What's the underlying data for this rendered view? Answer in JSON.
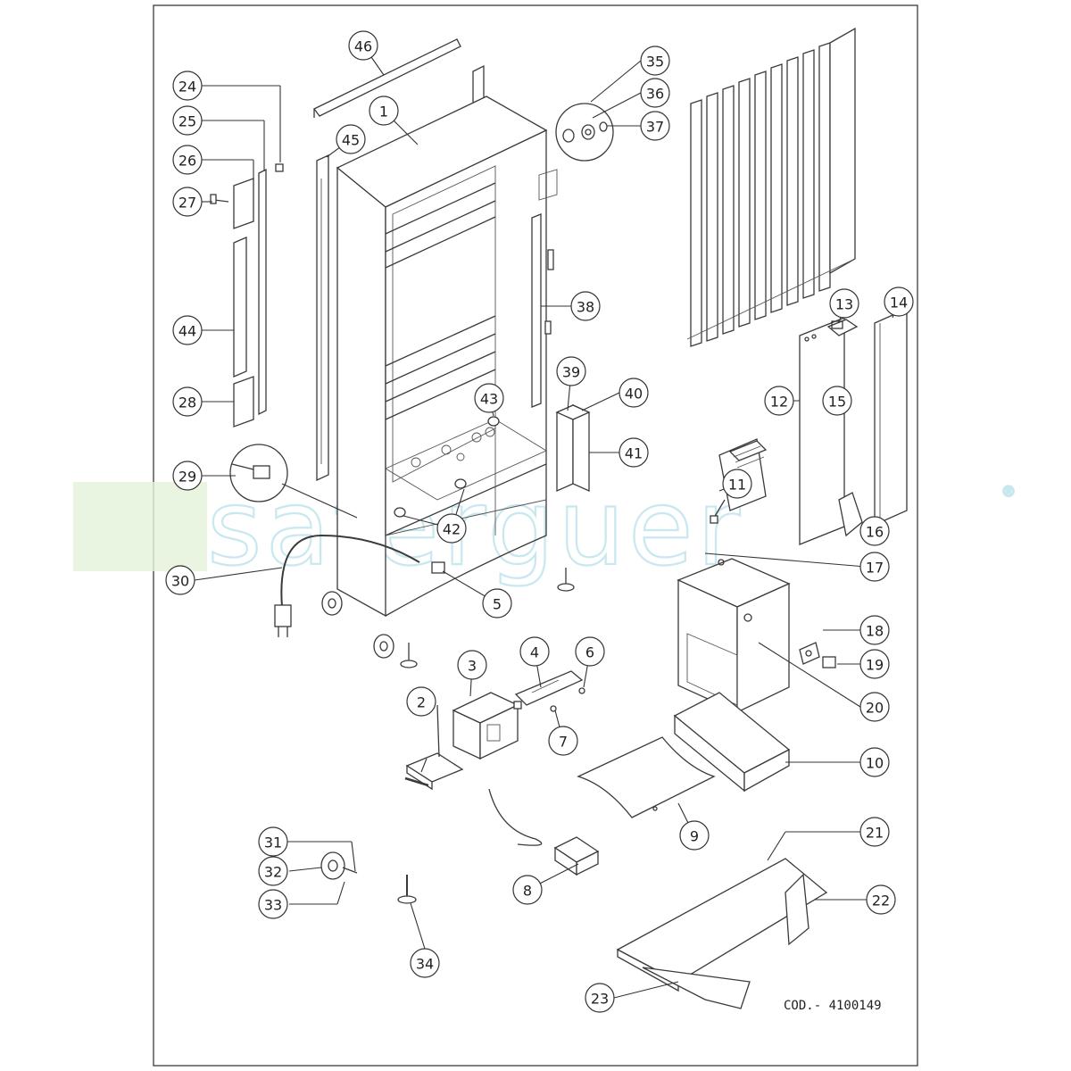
{
  "watermark": {
    "text": "saferguer",
    "mark": "®"
  },
  "drawing_code": "COD.- 4100149",
  "callouts": [
    {
      "label": "1"
    },
    {
      "label": "2"
    },
    {
      "label": "3"
    },
    {
      "label": "4"
    },
    {
      "label": "5"
    },
    {
      "label": "6"
    },
    {
      "label": "7"
    },
    {
      "label": "8"
    },
    {
      "label": "9"
    },
    {
      "label": "10"
    },
    {
      "label": "11"
    },
    {
      "label": "12"
    },
    {
      "label": "13"
    },
    {
      "label": "14"
    },
    {
      "label": "15"
    },
    {
      "label": "16"
    },
    {
      "label": "17"
    },
    {
      "label": "18"
    },
    {
      "label": "19"
    },
    {
      "label": "20"
    },
    {
      "label": "21"
    },
    {
      "label": "22"
    },
    {
      "label": "23"
    },
    {
      "label": "24"
    },
    {
      "label": "25"
    },
    {
      "label": "26"
    },
    {
      "label": "27"
    },
    {
      "label": "28"
    },
    {
      "label": "29"
    },
    {
      "label": "30"
    },
    {
      "label": "31"
    },
    {
      "label": "32"
    },
    {
      "label": "33"
    },
    {
      "label": "34"
    },
    {
      "label": "35"
    },
    {
      "label": "36"
    },
    {
      "label": "37"
    },
    {
      "label": "38"
    },
    {
      "label": "39"
    },
    {
      "label": "40"
    },
    {
      "label": "41"
    },
    {
      "label": "42"
    },
    {
      "label": "43"
    },
    {
      "label": "44"
    },
    {
      "label": "45"
    },
    {
      "label": "46"
    }
  ]
}
